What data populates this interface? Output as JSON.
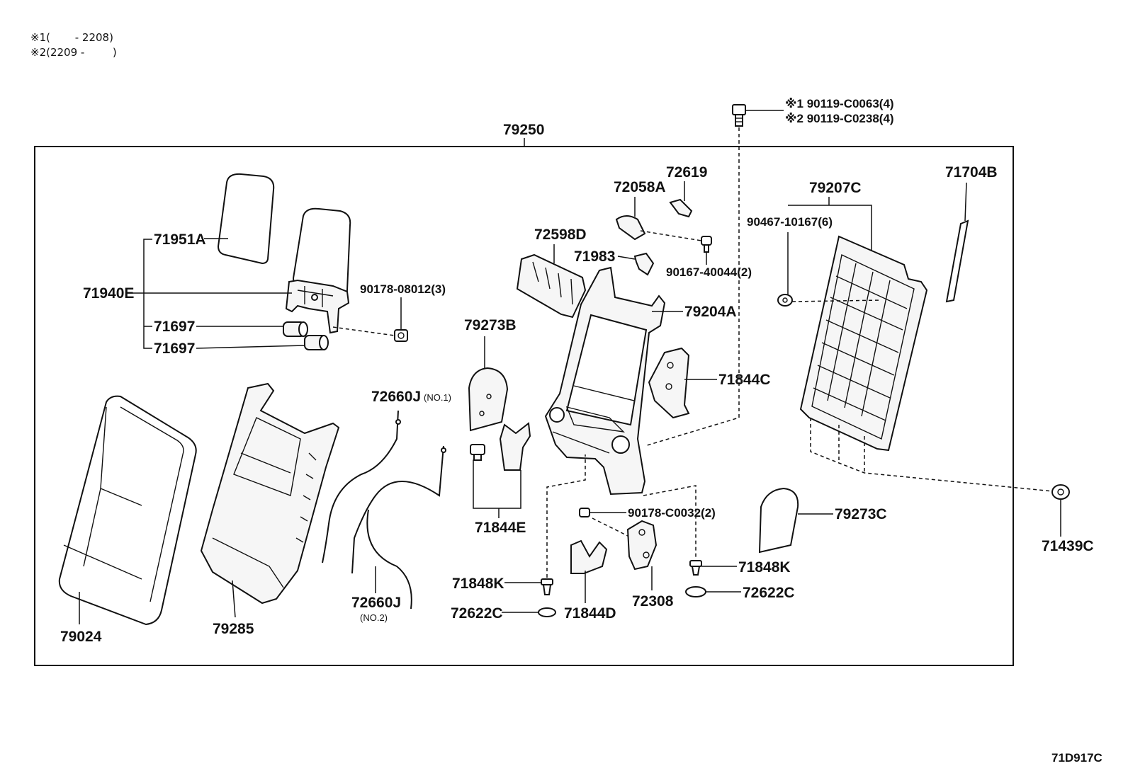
{
  "notes": {
    "note1": "※1(　　 - 2208)",
    "note2": "※2(2209 - 　　 )"
  },
  "footer_code": "71D917C",
  "assembly_label": "79250",
  "bolt": {
    "line1": "※1 90119-C0063(4)",
    "line2": "※2 90119-C0238(4)"
  },
  "labels": {
    "p71951A": "71951A",
    "p71940E": "71940E",
    "p71697a": "71697",
    "p71697b": "71697",
    "p90178_08012": "90178-08012(3)",
    "p79024": "79024",
    "p79285": "79285",
    "p72660J_1": "72660J",
    "p72660J_1_note": "(NO.1)",
    "p72660J_2": "72660J",
    "p72660J_2_note": "(NO.2)",
    "p79273B": "79273B",
    "p71844E": "71844E",
    "p72598D": "72598D",
    "p71983": "71983",
    "p72058A": "72058A",
    "p72619": "72619",
    "p90167_40044": "90167-40044(2)",
    "p79204A": "79204A",
    "p71844C": "71844C",
    "p90178_C0032": "90178-C0032(2)",
    "p71848K_a": "71848K",
    "p71848K_b": "71848K",
    "p72622C_a": "72622C",
    "p72622C_b": "72622C",
    "p71844D": "71844D",
    "p72308": "72308",
    "p79207C": "79207C",
    "p90467_10167": "90467-10167(6)",
    "p71704B": "71704B",
    "p79273C": "79273C",
    "p71439C": "71439C"
  }
}
